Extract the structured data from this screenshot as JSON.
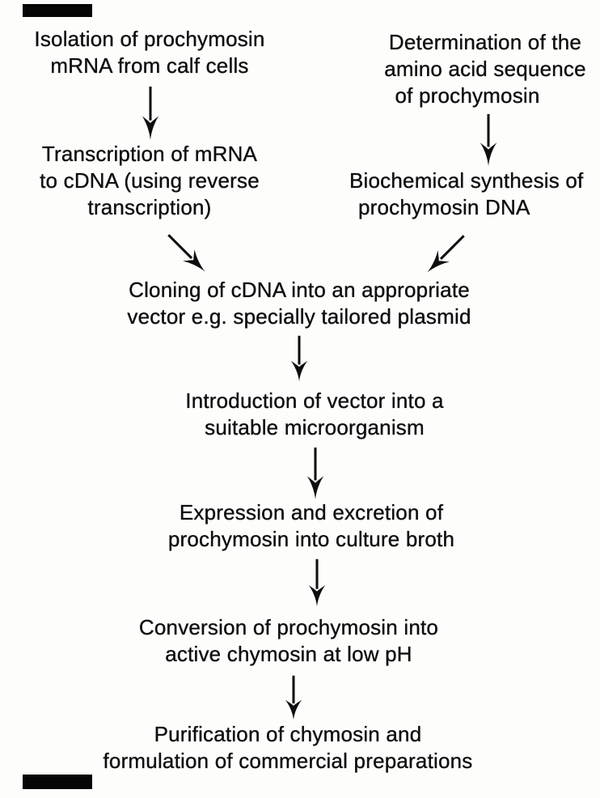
{
  "diagram": {
    "type": "flowchart",
    "ink_color": "#0e0e0e",
    "background_color": "#fdfdfc",
    "nodes": [
      {
        "id": "isolation",
        "lines": [
          "Isolation of prochymosin",
          "mRNA from calf cells"
        ]
      },
      {
        "id": "determination",
        "lines": [
          "Determination of the",
          "amino acid sequence",
          "of prochymosin"
        ]
      },
      {
        "id": "transcription",
        "lines": [
          "Transcription of mRNA",
          "to cDNA (using reverse",
          "transcription)"
        ]
      },
      {
        "id": "biochemical",
        "lines": [
          "Biochemical synthesis of",
          "prochymosin DNA"
        ]
      },
      {
        "id": "cloning",
        "lines": [
          "Cloning of cDNA into an appropriate",
          "vector e.g. specially tailored plasmid"
        ]
      },
      {
        "id": "introduction",
        "lines": [
          "Introduction of vector into a",
          "suitable microorganism"
        ]
      },
      {
        "id": "expression",
        "lines": [
          "Expression and excretion of",
          "prochymosin into culture broth"
        ]
      },
      {
        "id": "conversion",
        "lines": [
          "Conversion of prochymosin into",
          "active chymosin at low pH"
        ]
      },
      {
        "id": "purification",
        "lines": [
          "Purification of chymosin and",
          "formulation of commercial preparations"
        ]
      }
    ],
    "edges": [
      {
        "from": "isolation",
        "to": "transcription",
        "style": "vertical"
      },
      {
        "from": "determination",
        "to": "biochemical",
        "style": "vertical"
      },
      {
        "from": "transcription",
        "to": "cloning",
        "style": "diagonal-down-right"
      },
      {
        "from": "biochemical",
        "to": "cloning",
        "style": "diagonal-down-left"
      },
      {
        "from": "cloning",
        "to": "introduction",
        "style": "vertical"
      },
      {
        "from": "introduction",
        "to": "expression",
        "style": "vertical"
      },
      {
        "from": "expression",
        "to": "conversion",
        "style": "vertical"
      },
      {
        "from": "conversion",
        "to": "purification",
        "style": "vertical"
      }
    ],
    "artifacts": [
      "black bar top-left",
      "black bar bottom-left",
      "right edge text clipped"
    ]
  }
}
